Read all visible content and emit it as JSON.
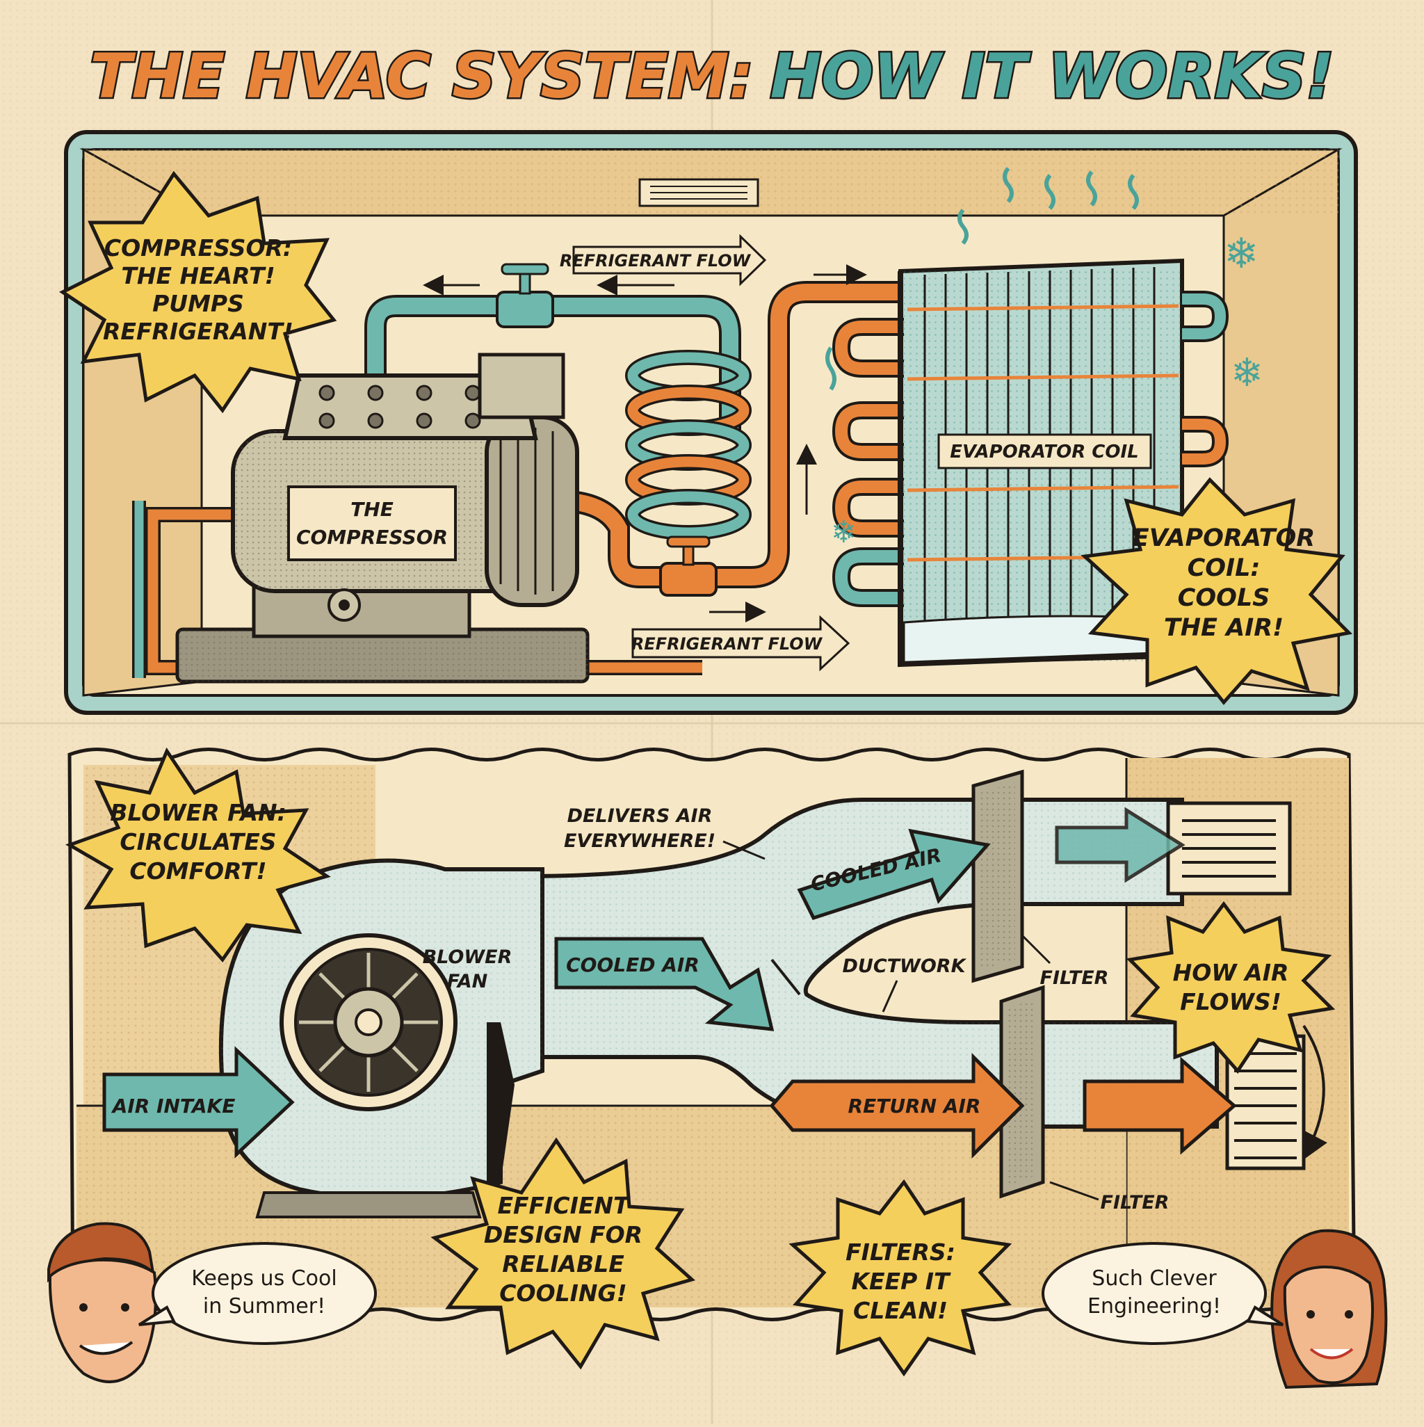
{
  "title": {
    "part1": "THE HVAC SYSTEM:",
    "part2": "HOW IT WORKS!"
  },
  "colors": {
    "paper": "#f3e3c3",
    "orange": "#e8843a",
    "teal": "#4aa39a",
    "yellow": "#f5cf5c",
    "ink": "#1f1a16",
    "tan": "#e9c98f"
  },
  "top_panel": {
    "compressor_burst": [
      "COMPRESSOR:",
      "THE HEART!",
      "PUMPS",
      "REFRIGERANT!"
    ],
    "compressor_label": [
      "THE",
      "COMPRESSOR"
    ],
    "flow_top": "REFRIGERANT FLOW",
    "flow_bottom": "REFRIGERANT FLOW",
    "evap_label": "EVAPORATOR COIL",
    "evap_burst": [
      "EVAPORATOR",
      "COIL:",
      "COOLS",
      "THE AIR!"
    ]
  },
  "bottom_panel": {
    "blower_burst": [
      "BLOWER FAN:",
      "CIRCULATES",
      "COMFORT!"
    ],
    "delivers": [
      "DELIVERS AIR",
      "EVERYWHERE!"
    ],
    "cooled_air_upper": "COOLED AIR",
    "cooled_air_lower": "COOLED AIR",
    "blower_label": [
      "BLOWER",
      "FAN"
    ],
    "ductwork": "DUCTWORK",
    "filter_upper": "FILTER",
    "filter_lower": "FILTER",
    "how_air_burst": [
      "HOW AIR",
      "FLOWS!"
    ],
    "air_intake": "AIR INTAKE",
    "return_air": "RETURN AIR",
    "efficient_burst": [
      "EFFICIENT",
      "DESIGN FOR",
      "RELIABLE",
      "COOLING!"
    ],
    "filters_burst": [
      "FILTERS:",
      "KEEP IT",
      "CLEAN!"
    ],
    "man_bubble": [
      "Keeps us Cool",
      "in Summer!"
    ],
    "woman_bubble": [
      "Such Clever",
      "Engineering!"
    ]
  }
}
